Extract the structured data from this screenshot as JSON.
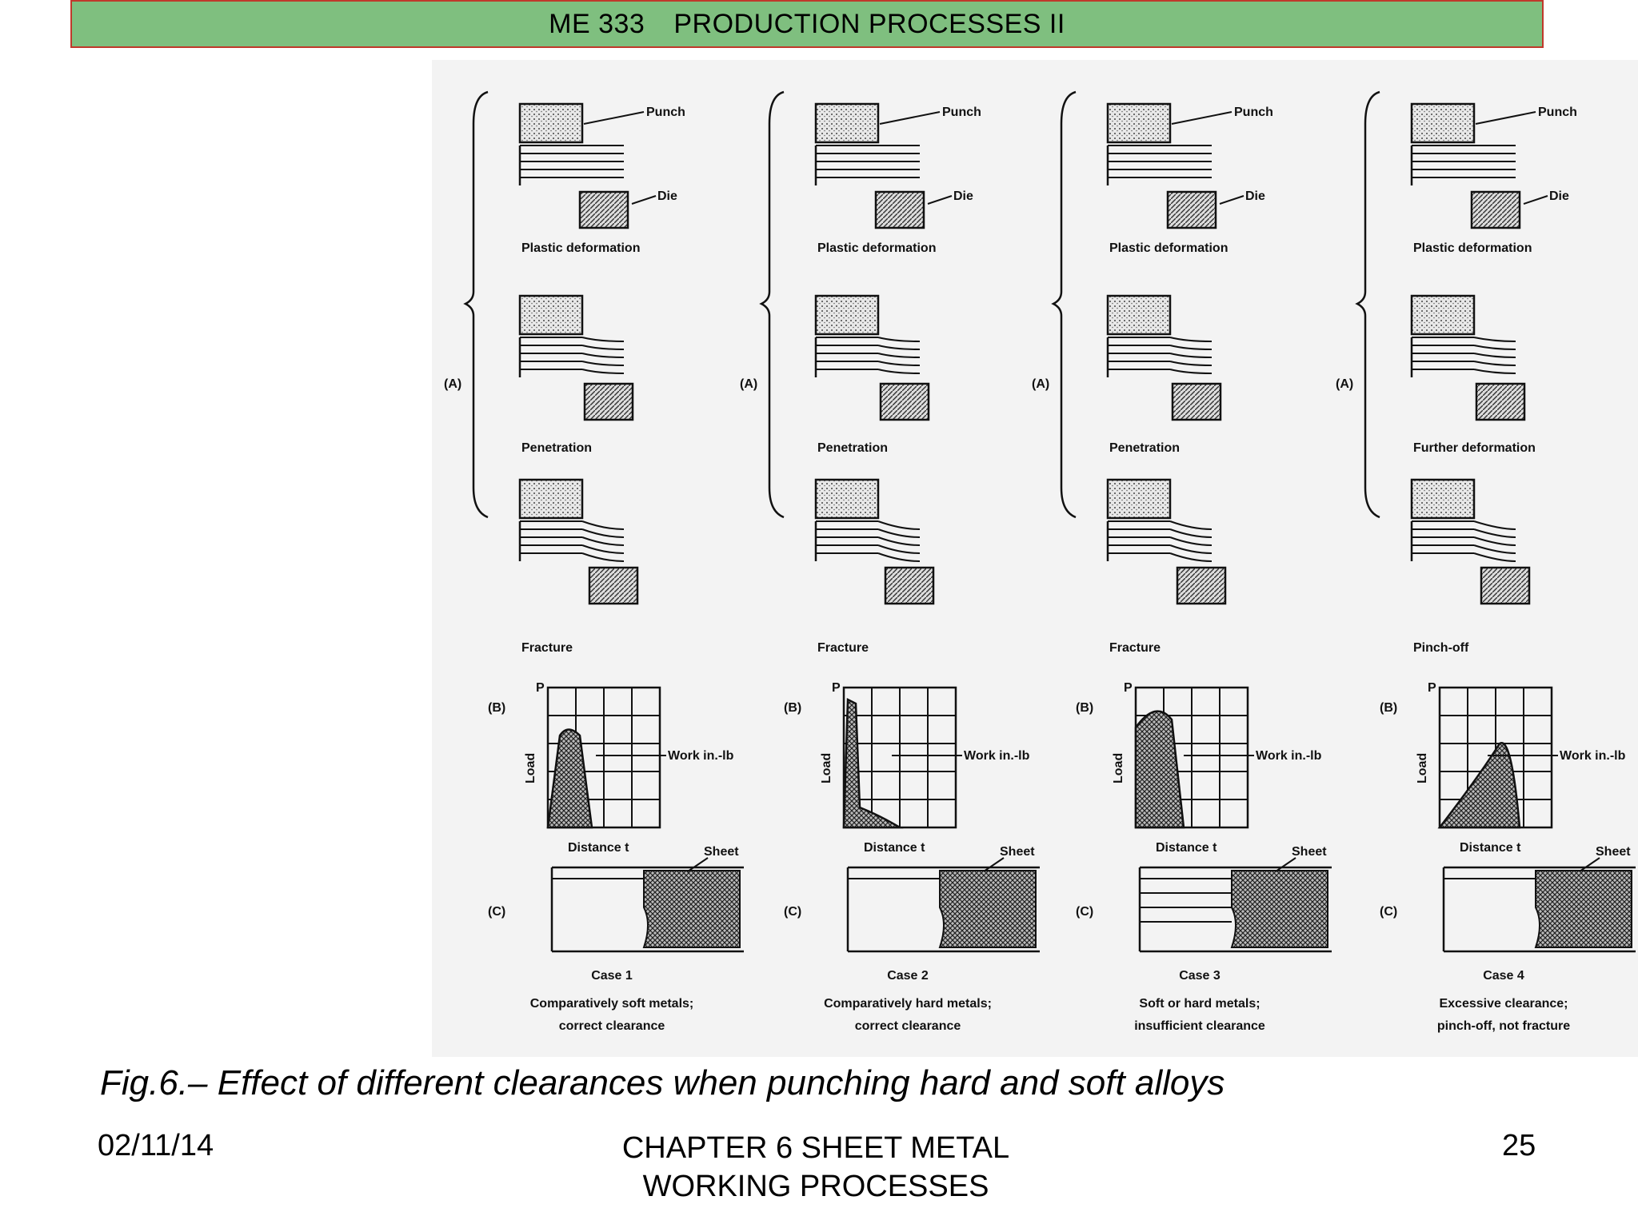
{
  "header": {
    "course": "ME 333",
    "title": "PRODUCTION PROCESSES II"
  },
  "figure": {
    "row_tags": {
      "a": "(A)",
      "b": "(B)",
      "c": "(C)"
    },
    "axis": {
      "load": "Load",
      "p": "P",
      "distance": "Distance t"
    },
    "callouts": {
      "punch": "Punch",
      "die": "Die",
      "sheet": "Sheet",
      "work": "Work in.-lb"
    },
    "stages": {
      "plastic": "Plastic deformation",
      "penetration": "Penetration",
      "further": "Further deformation",
      "fracture": "Fracture",
      "pinch": "Pinch-off"
    },
    "cases": [
      {
        "title": "Case 1",
        "line1": "Comparatively soft metals;",
        "line2": "correct clearance"
      },
      {
        "title": "Case 2",
        "line1": "Comparatively hard metals;",
        "line2": "correct clearance"
      },
      {
        "title": "Case 3",
        "line1": "Soft or hard metals;",
        "line2": "insufficient clearance"
      },
      {
        "title": "Case 4",
        "line1": "Excessive clearance;",
        "line2": "pinch-off, not fracture"
      }
    ]
  },
  "caption": "Fig.6.– Effect of different clearances when punching hard and soft alloys",
  "footer": {
    "date": "02/11/14",
    "chapter_line1": "CHAPTER 6 SHEET METAL",
    "chapter_line2": "WORKING PROCESSES",
    "page": "25"
  }
}
